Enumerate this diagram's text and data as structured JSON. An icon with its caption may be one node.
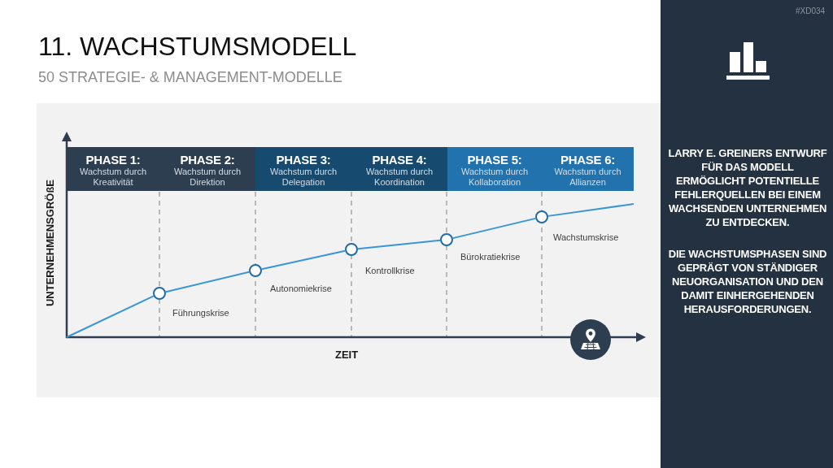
{
  "diagram": {
    "title": "11. WACHSTUMSMODELL",
    "nodes": [
      {
        "text": [
          "PHASE 1:",
          "Wachstum durch Kreativität"
        ]
      },
      {
        "text": [
          "PHASE 2:",
          "Wachstum durch Direktion"
        ]
      },
      {
        "text": [
          "PHASE 3:",
          "Wachstum durch Delegation"
        ]
      },
      {
        "text": [
          "PHASE 4:",
          "Wachstum durch Koordination"
        ]
      },
      {
        "text": [
          "PHASE 5:",
          "Wachstum durch Kollaboration"
        ]
      },
      {
        "text": [
          "PHASE 6:",
          "Wachstum durch Allianzen"
        ]
      },
      {
        "text": [],
        "shape": "circle",
        "beside": [
          "Führungskrise"
        ]
      },
      {
        "text": [],
        "shape": "circle",
        "beside": [
          "Autonomiekrise"
        ]
      },
      {
        "text": [],
        "shape": "circle",
        "beside": [
          "Kontrollkrise"
        ]
      },
      {
        "text": [],
        "shape": "circle",
        "beside": [
          "Bürokratiekrise"
        ]
      },
      {
        "text": [],
        "shape": "circle",
        "beside": [
          "Wachstumskrise"
        ]
      }
    ],
    "edges": [
      {
        "from": null,
        "to": 6,
        "arrow": "none"
      },
      {
        "from": 6,
        "to": 7,
        "arrow": "none"
      },
      {
        "from": 7,
        "to": 8,
        "arrow": "none"
      },
      {
        "from": 8,
        "to": 9,
        "arrow": "none"
      },
      {
        "from": 9,
        "to": 10,
        "arrow": "none"
      },
      {
        "from": 10,
        "to": null,
        "arrow": "none"
      }
    ],
    "labels": [
      "50 STRATEGIE- & MANAGEMENT-MODELLE",
      "UNTERNEHMENSGRÖßE",
      "ZEIT",
      "#XD034",
      "LARRY E. GREINERS ENTWURF FÜR DAS MODELL ERMÖGLICHT POTENTIELLE FEHLERQUELLEN BEI EINEM WACHSENDEN UNTERNEHMEN ZU ENTDECKEN.",
      "DIE WACHSTUMSPHASEN SIND GEPRÄGT VON STÄNDIGER NEUORGANISATION UND DEN DAMIT EINHERGEHENDEN HERAUSFORDERUNGEN."
    ]
  }
}
